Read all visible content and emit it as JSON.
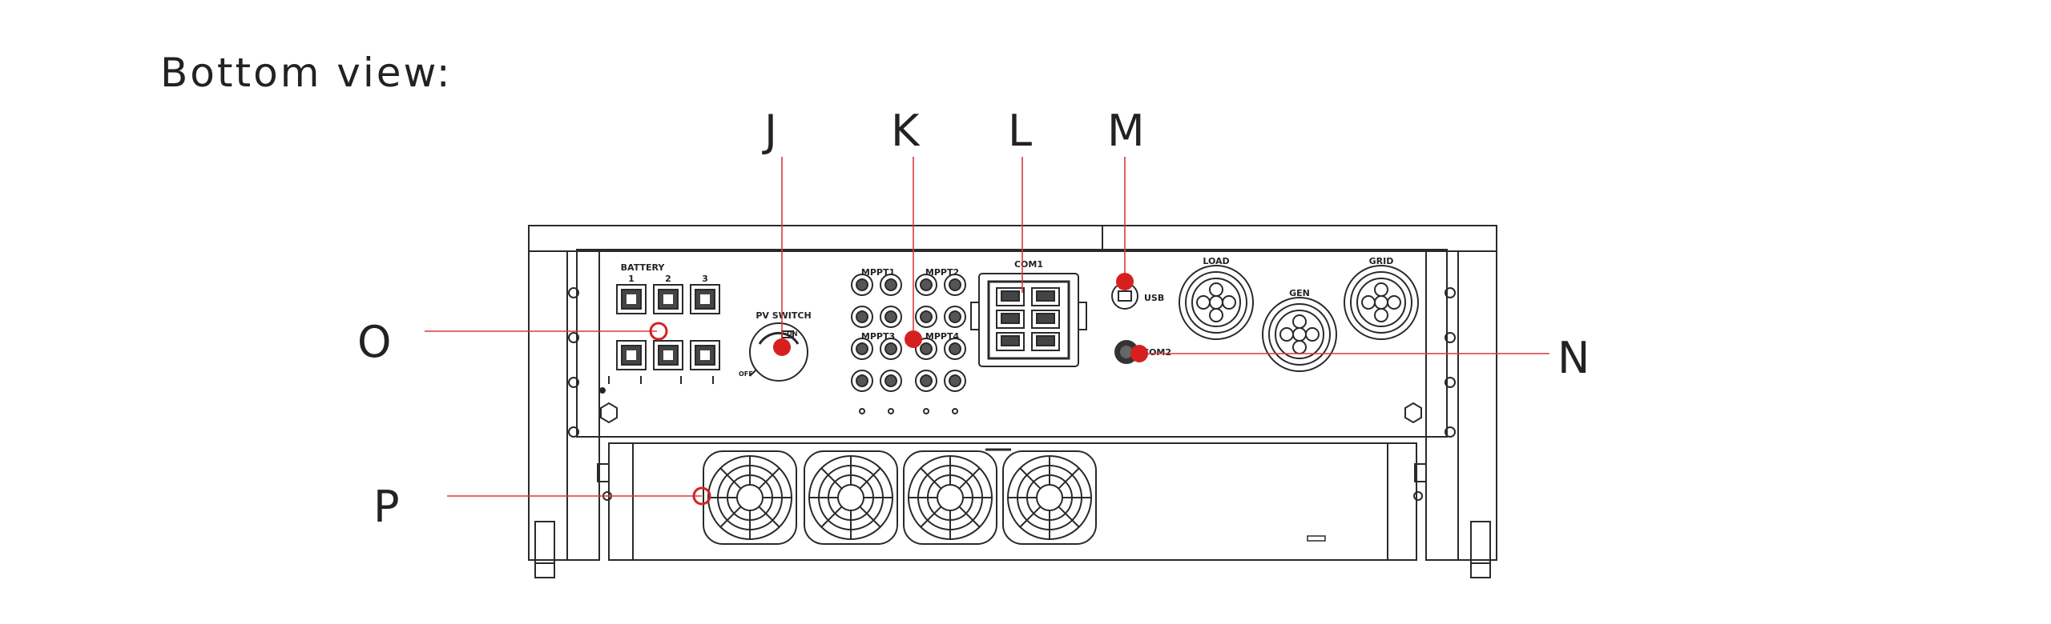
{
  "title": "Bottom view:",
  "callouts": {
    "J": "J",
    "K": "K",
    "L": "L",
    "M": "M",
    "N": "N",
    "O": "O",
    "P": "P"
  },
  "panel_labels": {
    "battery": "BATTERY",
    "battery_1": "1",
    "battery_2": "2",
    "battery_3": "3",
    "pv_switch": "PV SWITCH",
    "pv_on": "ON",
    "pv_off": "OFF",
    "mppt1": "MPPT1",
    "mppt2": "MPPT2",
    "mppt3": "MPPT3",
    "mppt4": "MPPT4",
    "com1": "COM1",
    "usb": "USB",
    "com2": "COM2",
    "load": "LOAD",
    "gen": "GEN",
    "grid": "GRID"
  },
  "colors": {
    "line": "#2a2a2a",
    "accent": "#d62020",
    "leader": "#d63a3a"
  }
}
